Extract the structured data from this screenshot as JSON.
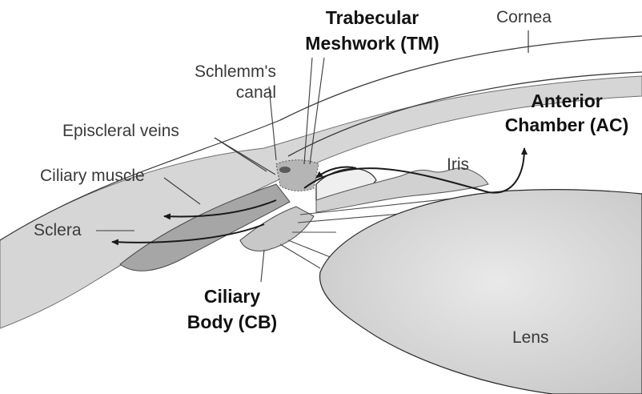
{
  "labels": {
    "cornea": "Cornea",
    "tm_line1": "Trabecular",
    "tm_line2": "Meshwork (TM)",
    "schlemm_line1": "Schlemm's",
    "schlemm_line2": "canal",
    "ac_line1": "Anterior",
    "ac_line2": "Chamber (AC)",
    "episcleral": "Episcleral veins",
    "iris": "Iris",
    "ciliary_muscle": "Ciliary muscle",
    "sclera": "Sclera",
    "cb_line1": "Ciliary",
    "cb_line2": "Body (CB)",
    "lens": "Lens"
  },
  "colors": {
    "background": "#ffffff",
    "tissue_light": "#d9d9d9",
    "tissue_mid": "#bdbdbd",
    "tissue_dark": "#9a9a9a",
    "lens": "#cfcfcf",
    "outline": "#2a2a2a",
    "label_regular": "#3a3a3a",
    "label_bold": "#111111"
  }
}
